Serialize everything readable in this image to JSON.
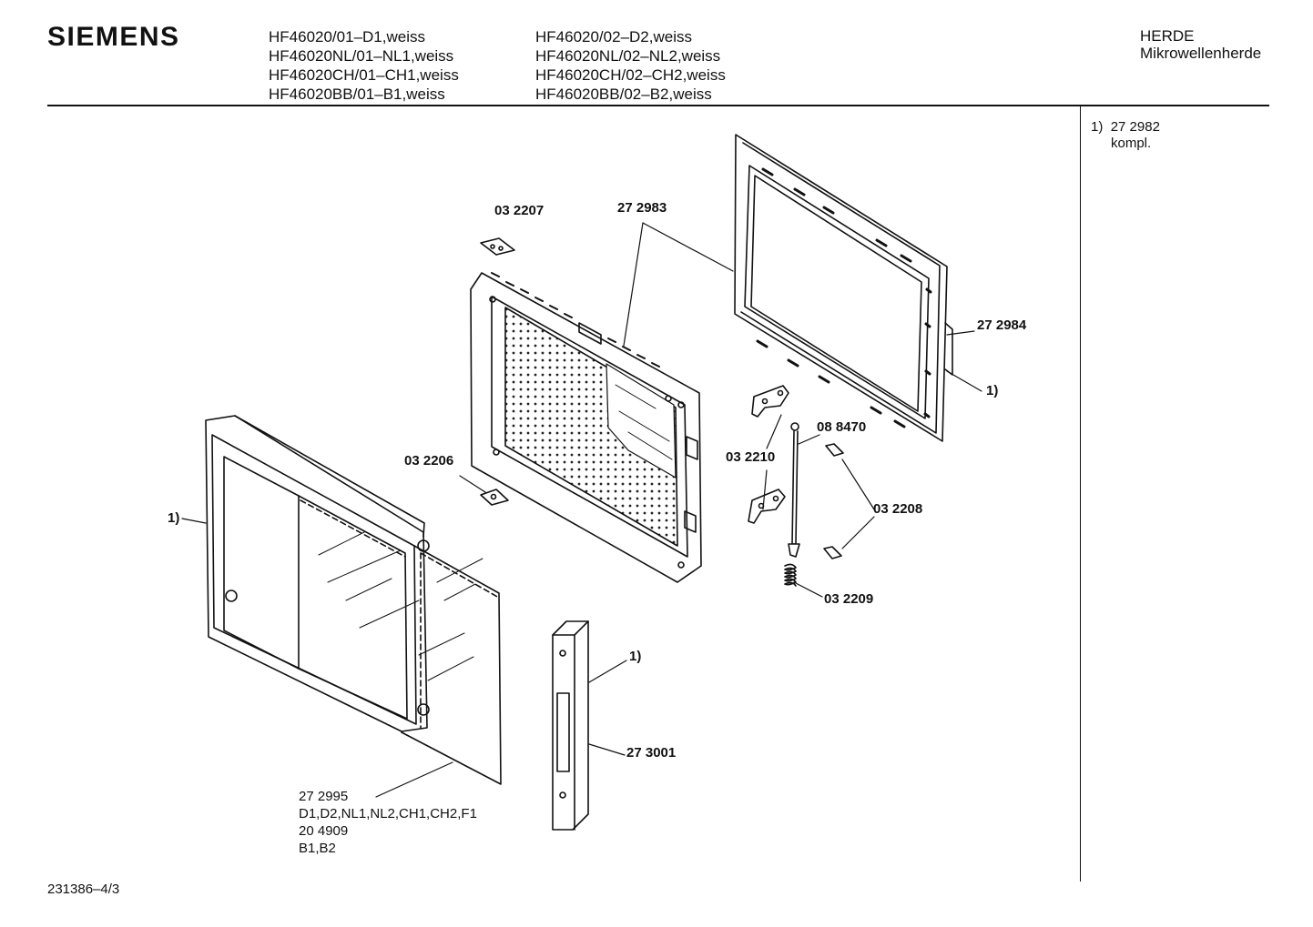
{
  "header": {
    "brand": "SIEMENS",
    "models_col1": [
      "HF46020/01–D1,weiss",
      "HF46020NL/01–NL1,weiss",
      "HF46020CH/01–CH1,weiss",
      "HF46020BB/01–B1,weiss"
    ],
    "models_col2": [
      "HF46020/02–D2,weiss",
      "HF46020NL/02–NL2,weiss",
      "HF46020CH/02–CH2,weiss",
      "HF46020BB/02–B2,weiss"
    ],
    "category": "HERDE",
    "subcategory": "Mikrowellenherde"
  },
  "note": {
    "marker": "1)",
    "part": "27 2982",
    "text": "kompl."
  },
  "labels": {
    "p032207": "03 2207",
    "p272983": "27 2983",
    "p272984": "27 2984",
    "ref_frame": "1)",
    "p032206": "03 2206",
    "ref_door": "1)",
    "p032210": "03 2210",
    "p088470": "08 8470",
    "p032208": "03 2208",
    "p032209": "03 2209",
    "ref_handle": "1)",
    "p273001": "27 3001",
    "p272995": "27 2995",
    "p272995_variants": "D1,D2,NL1,NL2,CH1,CH2,F1",
    "p204909": "20 4909",
    "p204909_variants": "B1,B2"
  },
  "footer": {
    "doc_id": "231386–4/3"
  }
}
